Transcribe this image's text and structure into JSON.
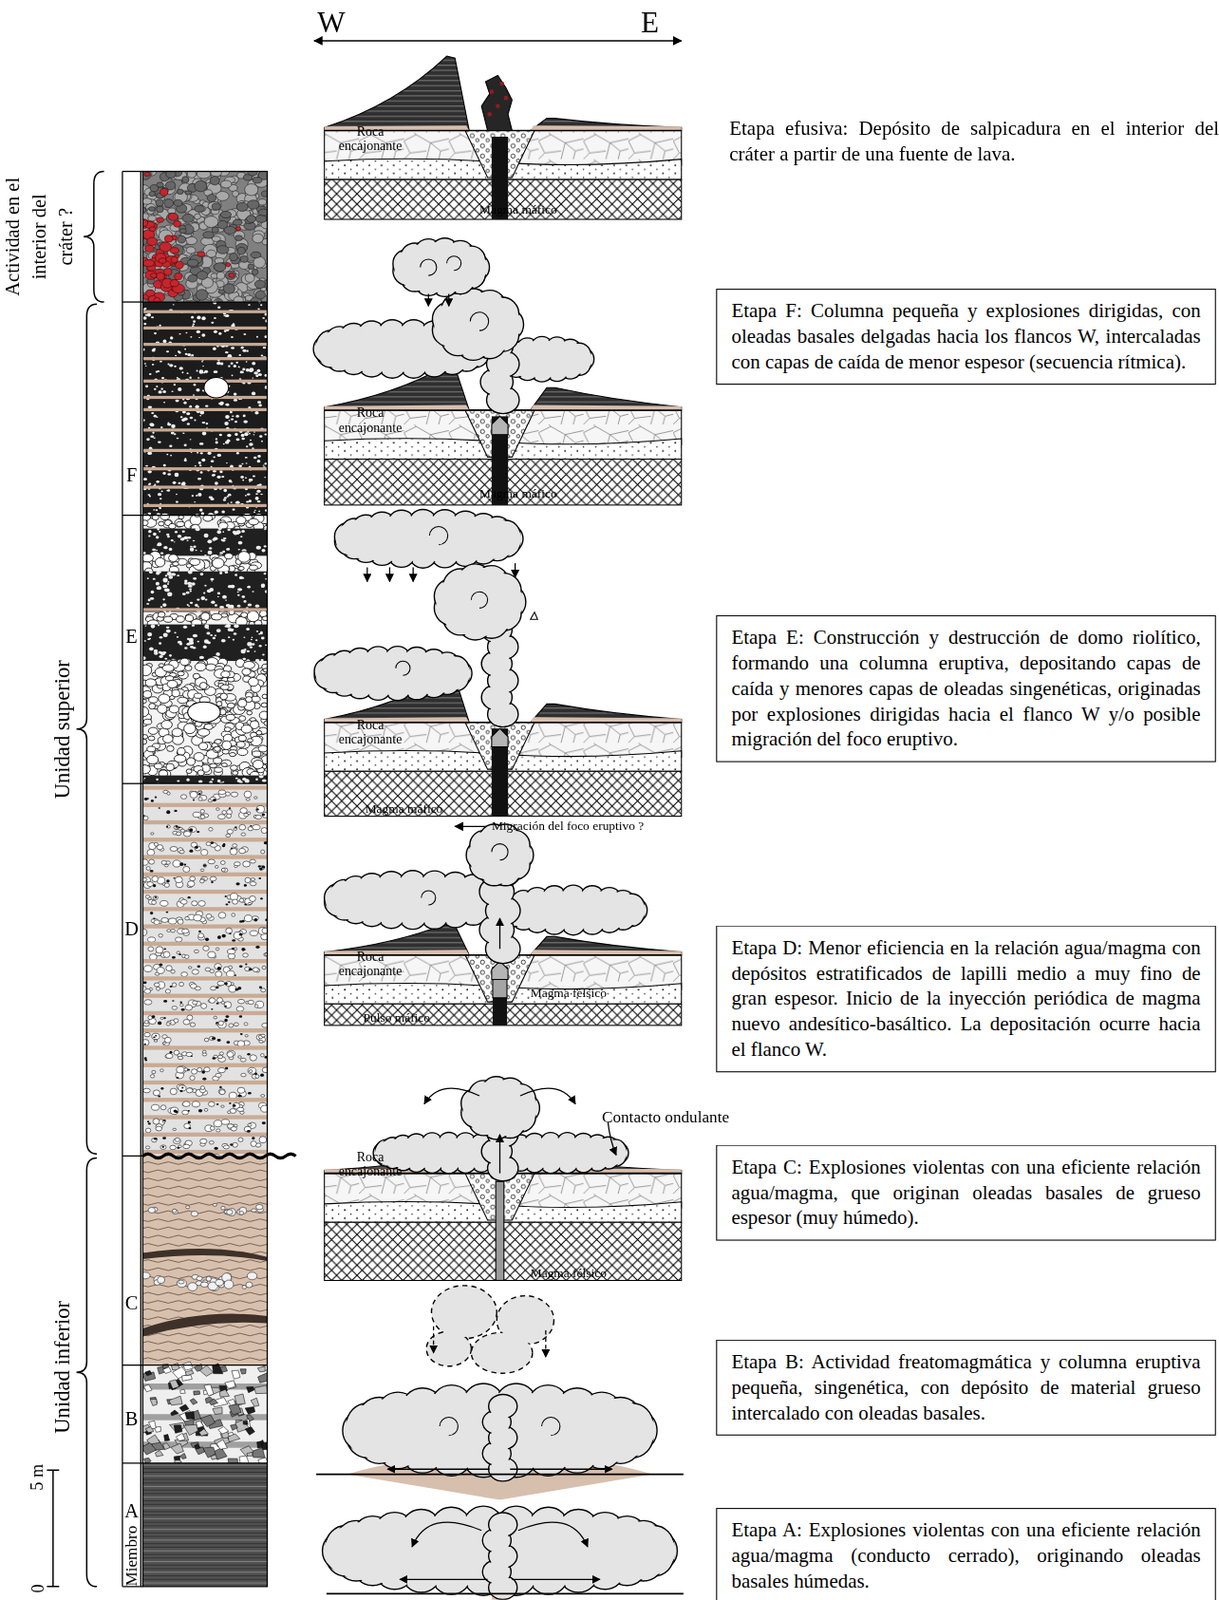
{
  "diagram": {
    "nodes": [
      {
        "text": [
          "Etapa F: Columna pequeña y explosiones dirigidas, con oleadas basales delgadas hacia los flancos W, intercaladas con capas de caída de menor espesor (secuencia rítmica)."
        ]
      },
      {
        "text": [
          "Etapa E: Construcción y destrucción de domo riolítico, formando una columna eruptiva, depositando capas de caída y menores capas de oleadas singenéticas, originadas por explosiones dirigidas hacia el flanco W y/o posible migración del foco eruptivo."
        ]
      },
      {
        "text": [
          "Etapa D: Menor eficiencia en la relación agua/magma con depósitos estratificados de lapilli medio a muy fino de gran espesor. Inicio de la inyección periódica de magma nuevo andesítico-basáltico. La depositación ocurre hacia el flanco W."
        ]
      },
      {
        "text": [
          "Etapa C: Explosiones violentas con una eficiente relación agua/magma, que originan oleadas basales de grueso espesor (muy húmedo)."
        ]
      },
      {
        "text": [
          "Etapa B: Actividad freatomagmática y columna eruptiva pequeña, singenética, con depósito de material grueso intercalado con oleadas basales."
        ]
      },
      {
        "text": [
          "Etapa A: Explosiones violentas con una eficiente relación agua/magma (conducto cerrado), originando oleadas basales húmedas."
        ]
      }
    ],
    "labels": [
      "W",
      "E",
      "Actividad en el interior del cráter ?",
      "Unidad superior",
      "Unidad inferior",
      "Miembro",
      "5 m",
      "0",
      "F",
      "E",
      "D",
      "C",
      "B",
      "A",
      "Etapa efusiva: Depósito de salpicadura en el interior del cráter a partir de una fuente de lava.",
      "Roca encajonante",
      "Magma máfico",
      "Roca encajonante",
      "Magma máfico",
      "Roca encajonante",
      "Magma máfico",
      "Migración del foco eruptivo ?",
      "Roca encajonante",
      "Magma félsico",
      "Pulso máfico",
      "Roca encajonante",
      "Magma félsico",
      "Contacto ondulante"
    ]
  }
}
